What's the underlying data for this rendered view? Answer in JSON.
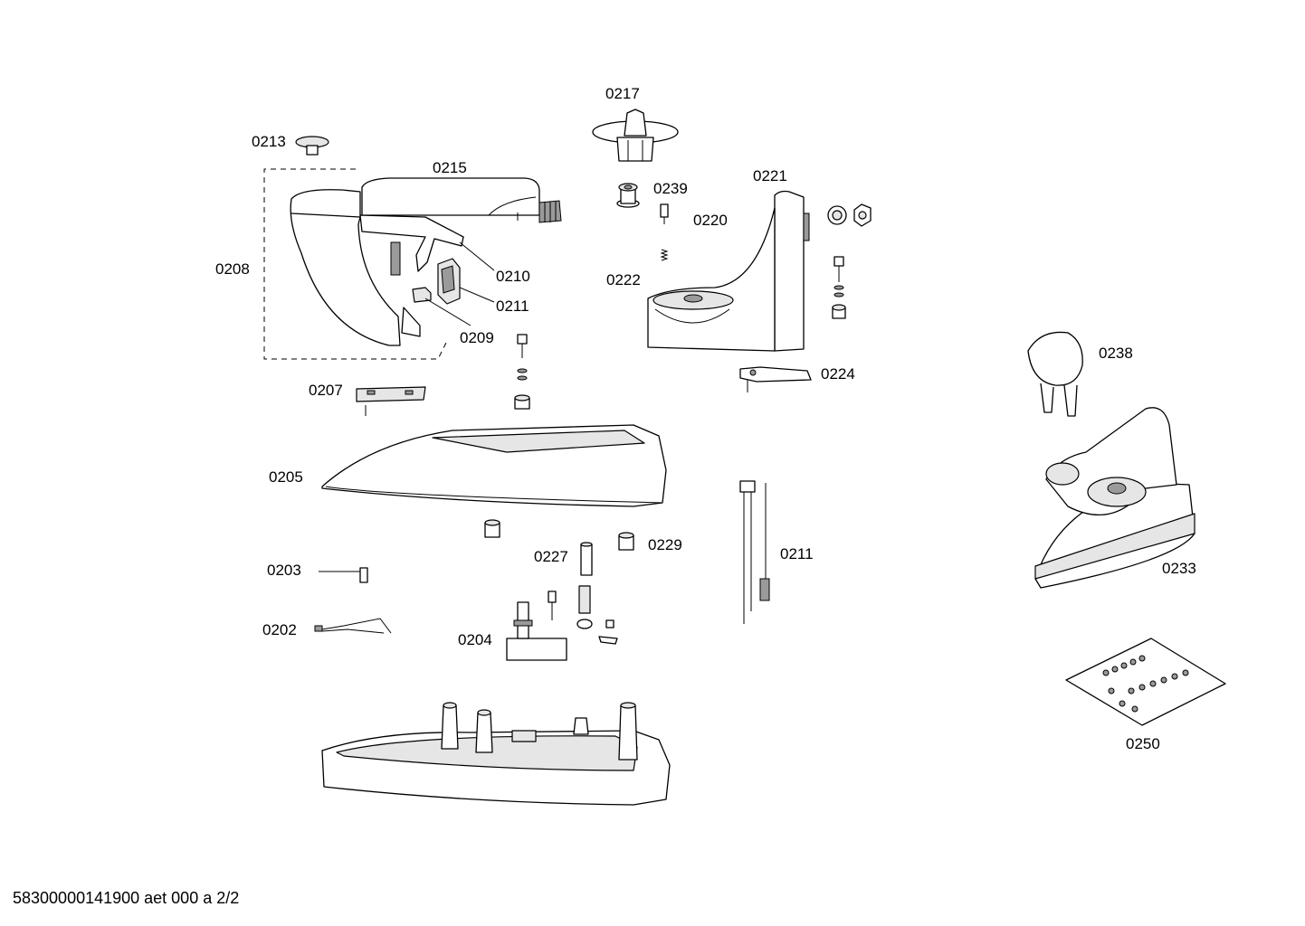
{
  "parts": [
    {
      "id": "p0217",
      "label": "0217"
    },
    {
      "id": "p0213",
      "label": "0213"
    },
    {
      "id": "p0215",
      "label": "0215"
    },
    {
      "id": "p0239",
      "label": "0239"
    },
    {
      "id": "p0221",
      "label": "0221"
    },
    {
      "id": "p0220",
      "label": "0220"
    },
    {
      "id": "p0208",
      "label": "0208"
    },
    {
      "id": "p0210",
      "label": "0210"
    },
    {
      "id": "p0222",
      "label": "0222"
    },
    {
      "id": "p0211a",
      "label": "0211"
    },
    {
      "id": "p0209",
      "label": "0209"
    },
    {
      "id": "p0238",
      "label": "0238"
    },
    {
      "id": "p0224",
      "label": "0224"
    },
    {
      "id": "p0207",
      "label": "0207"
    },
    {
      "id": "p0205",
      "label": "0205"
    },
    {
      "id": "p0229",
      "label": "0229"
    },
    {
      "id": "p0227",
      "label": "0227"
    },
    {
      "id": "p0211b",
      "label": "0211"
    },
    {
      "id": "p0203",
      "label": "0203"
    },
    {
      "id": "p0233",
      "label": "0233"
    },
    {
      "id": "p0202",
      "label": "0202"
    },
    {
      "id": "p0204",
      "label": "0204"
    },
    {
      "id": "p0250",
      "label": "0250"
    }
  ],
  "footer": "58300000141900 aet 000 a 2/2"
}
